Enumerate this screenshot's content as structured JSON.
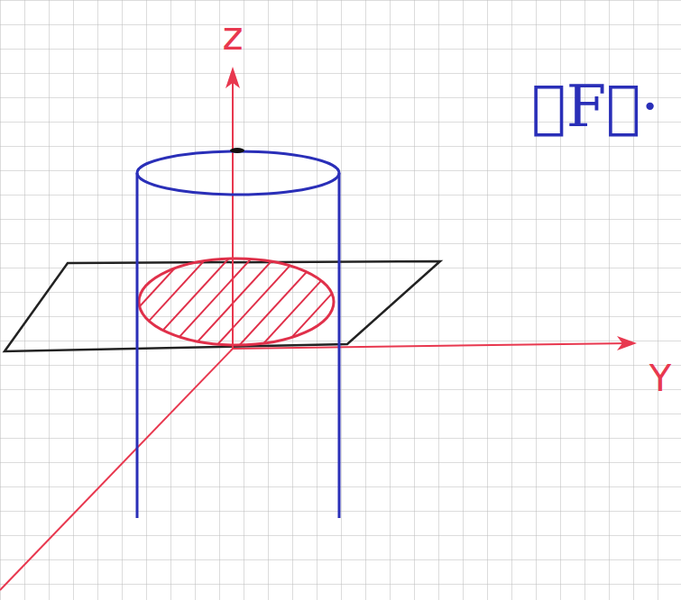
{
  "diagram": {
    "labels": [
      "z",
      "Y",
      "∮F⃗·"
    ]
  }
}
